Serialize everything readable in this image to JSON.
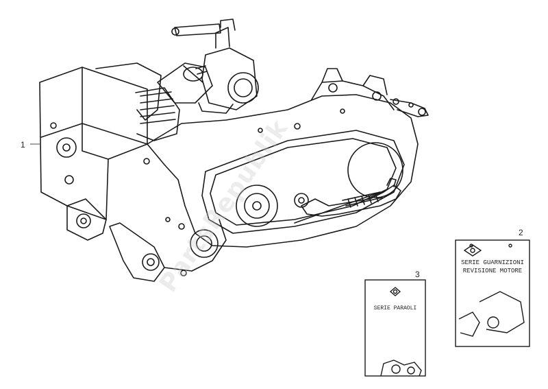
{
  "callouts": {
    "engine": "1",
    "gasket_set": "2",
    "oil_seal_set": "3"
  },
  "kits": {
    "gasket_set_label_line1": "SERIE GUARNIZIONI",
    "gasket_set_label_line2": "REVISIONE MOTORE",
    "oil_seal_set_label": "SERIE PARAOLI"
  },
  "watermark": "PartsRepublik",
  "colors": {
    "line": "#1a1a1a",
    "watermark": "#c8c8c8",
    "background": "#ffffff"
  }
}
